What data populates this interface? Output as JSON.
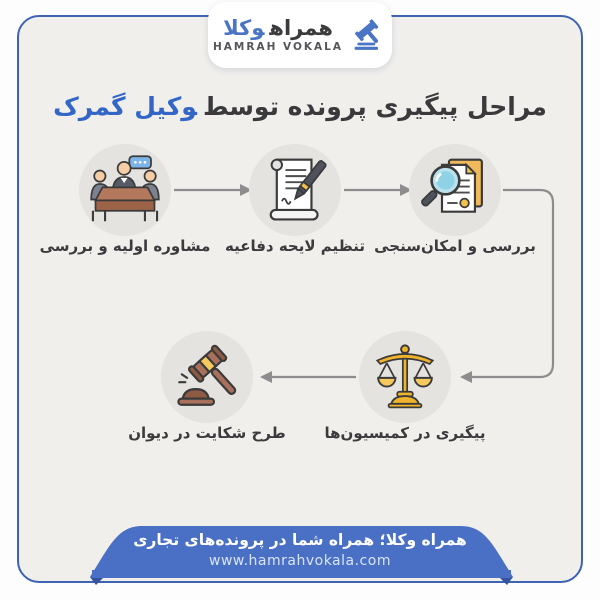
{
  "logo": {
    "brand_fa_dark": "همراه",
    "brand_fa_blue": "وکلا",
    "brand_en": "HAMRAH VOKALA"
  },
  "title": {
    "prefix": "مراحل پیگیری پرونده توسط",
    "highlight": "وکیل گمرک"
  },
  "steps": [
    {
      "label": "مشاوره اولیه و بررسی",
      "icon": "meeting-consultation-icon"
    },
    {
      "label": "تنظیم لایحه دفاعیه",
      "icon": "scroll-pen-icon"
    },
    {
      "label": "بررسی و امکان‌سنجی",
      "icon": "magnifier-document-icon"
    },
    {
      "label": "پیگیری در کمیسیون‌ها",
      "icon": "scales-of-justice-icon"
    },
    {
      "label": "طرح شکایت در دیوان",
      "icon": "gavel-icon"
    }
  ],
  "footer": {
    "tagline": "همراه وکلا؛ همراه شما در پرونده‌های تجاری",
    "website": "www.hamrahvokala.com"
  },
  "colors": {
    "accent_blue": "#3466c8",
    "logo_blue": "#4a74c4",
    "card_border_blue": "#3d63b2",
    "ribbon_blue": "#4a70c6",
    "ribbon_fold_blue": "#35539e",
    "text_dark": "#3a3a3c",
    "connector_gray": "#8d8d8d",
    "card_bg": "#f0efec",
    "circle_bg": "#e5e3e0",
    "gold": "#f0b42c",
    "brown": "#a9715b"
  }
}
